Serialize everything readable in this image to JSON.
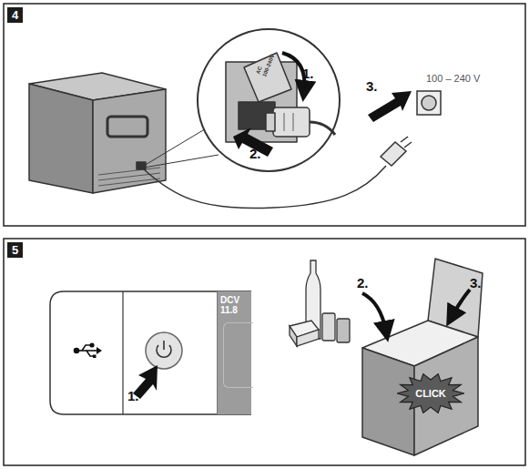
{
  "diagram": {
    "nodes": [
      {
        "text": [
          "4"
        ]
      },
      {
        "text": [
          "5"
        ]
      },
      {
        "text": [
          "DCV 11.8"
        ]
      },
      {
        "text": [
          "CLICK"
        ]
      }
    ],
    "labels": [
      "1.",
      "2.",
      "3.",
      "100 – 240 V",
      "AC",
      "100-240V",
      "1.",
      "2.",
      "3."
    ]
  }
}
